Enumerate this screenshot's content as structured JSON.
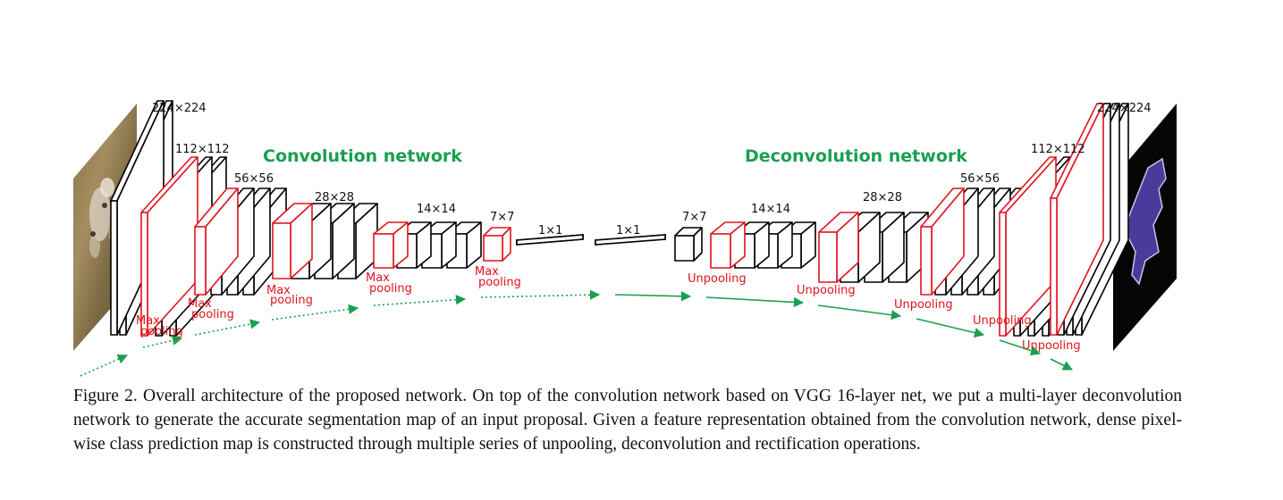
{
  "figure": {
    "conv_title": "Convolution network",
    "deconv_title": "Deconvolution network",
    "conv_sizes": [
      "224×224",
      "112×112",
      "56×56",
      "28×28",
      "14×14",
      "7×7",
      "1×1"
    ],
    "fc_size": "1×1",
    "deconv_sizes": [
      "7×7",
      "14×14",
      "28×28",
      "56×56",
      "112×112",
      "224×224"
    ],
    "pool_word_1": "Max",
    "pool_word_2": "pooling",
    "unpool_label": "Unpooling",
    "colors": {
      "heading": "#1a9f4f",
      "pooling": "#e0141e",
      "arrows": "#1a9f4f",
      "segment_shape": "#4a3a9a"
    }
  },
  "caption": "Figure 2. Overall architecture of the proposed network. On top of the convolution network based on VGG 16-layer net, we put a multi-layer deconvolution network to generate the accurate segmentation map of an input proposal. Given a feature representation obtained from the convolution network, dense pixel-wise class prediction map is constructed through multiple series of unpooling, deconvolution and rectification operations."
}
